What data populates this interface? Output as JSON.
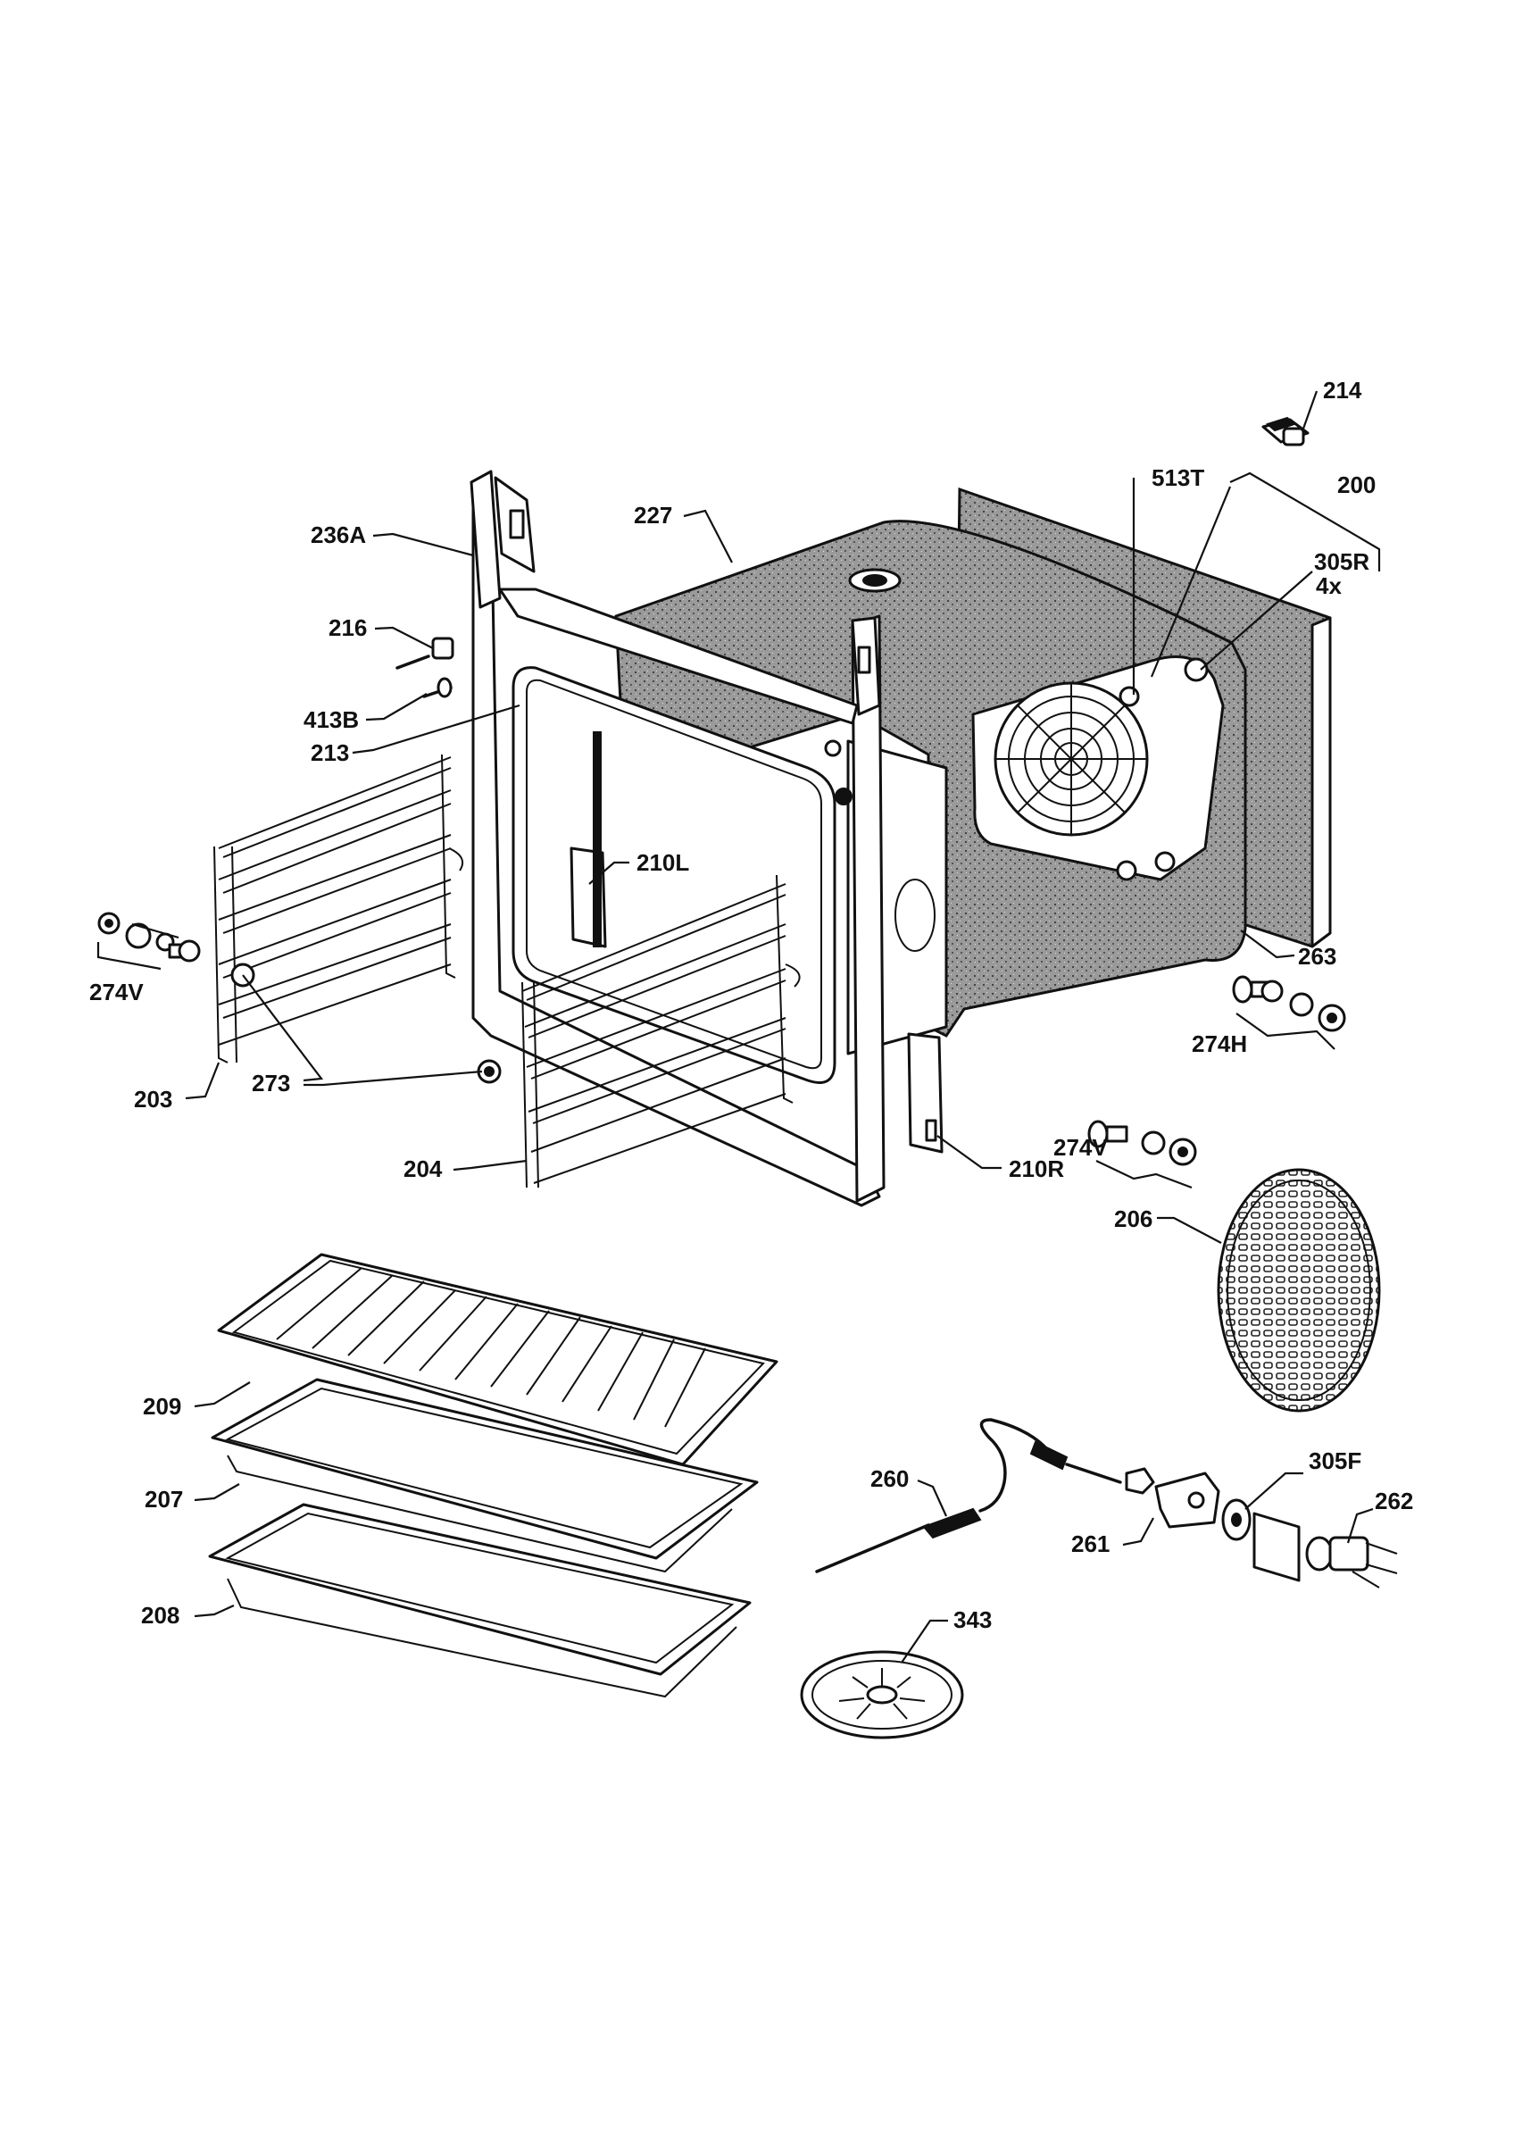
{
  "labels": {
    "p200": "200",
    "p203": "203",
    "p204": "204",
    "p206": "206",
    "p207": "207",
    "p208": "208",
    "p209": "209",
    "p210L": "210L",
    "p210R": "210R",
    "p213": "213",
    "p214": "214",
    "p216": "216",
    "p227": "227",
    "p236A": "236A",
    "p260": "260",
    "p261": "261",
    "p262": "262",
    "p263": "263",
    "p273": "273",
    "p274V_left": "274V",
    "p274V_right": "274V",
    "p274H": "274H",
    "p305F": "305F",
    "p305R": "305R",
    "p305R_qty": "4x",
    "p343": "343",
    "p413B": "413B",
    "p513T": "513T"
  }
}
